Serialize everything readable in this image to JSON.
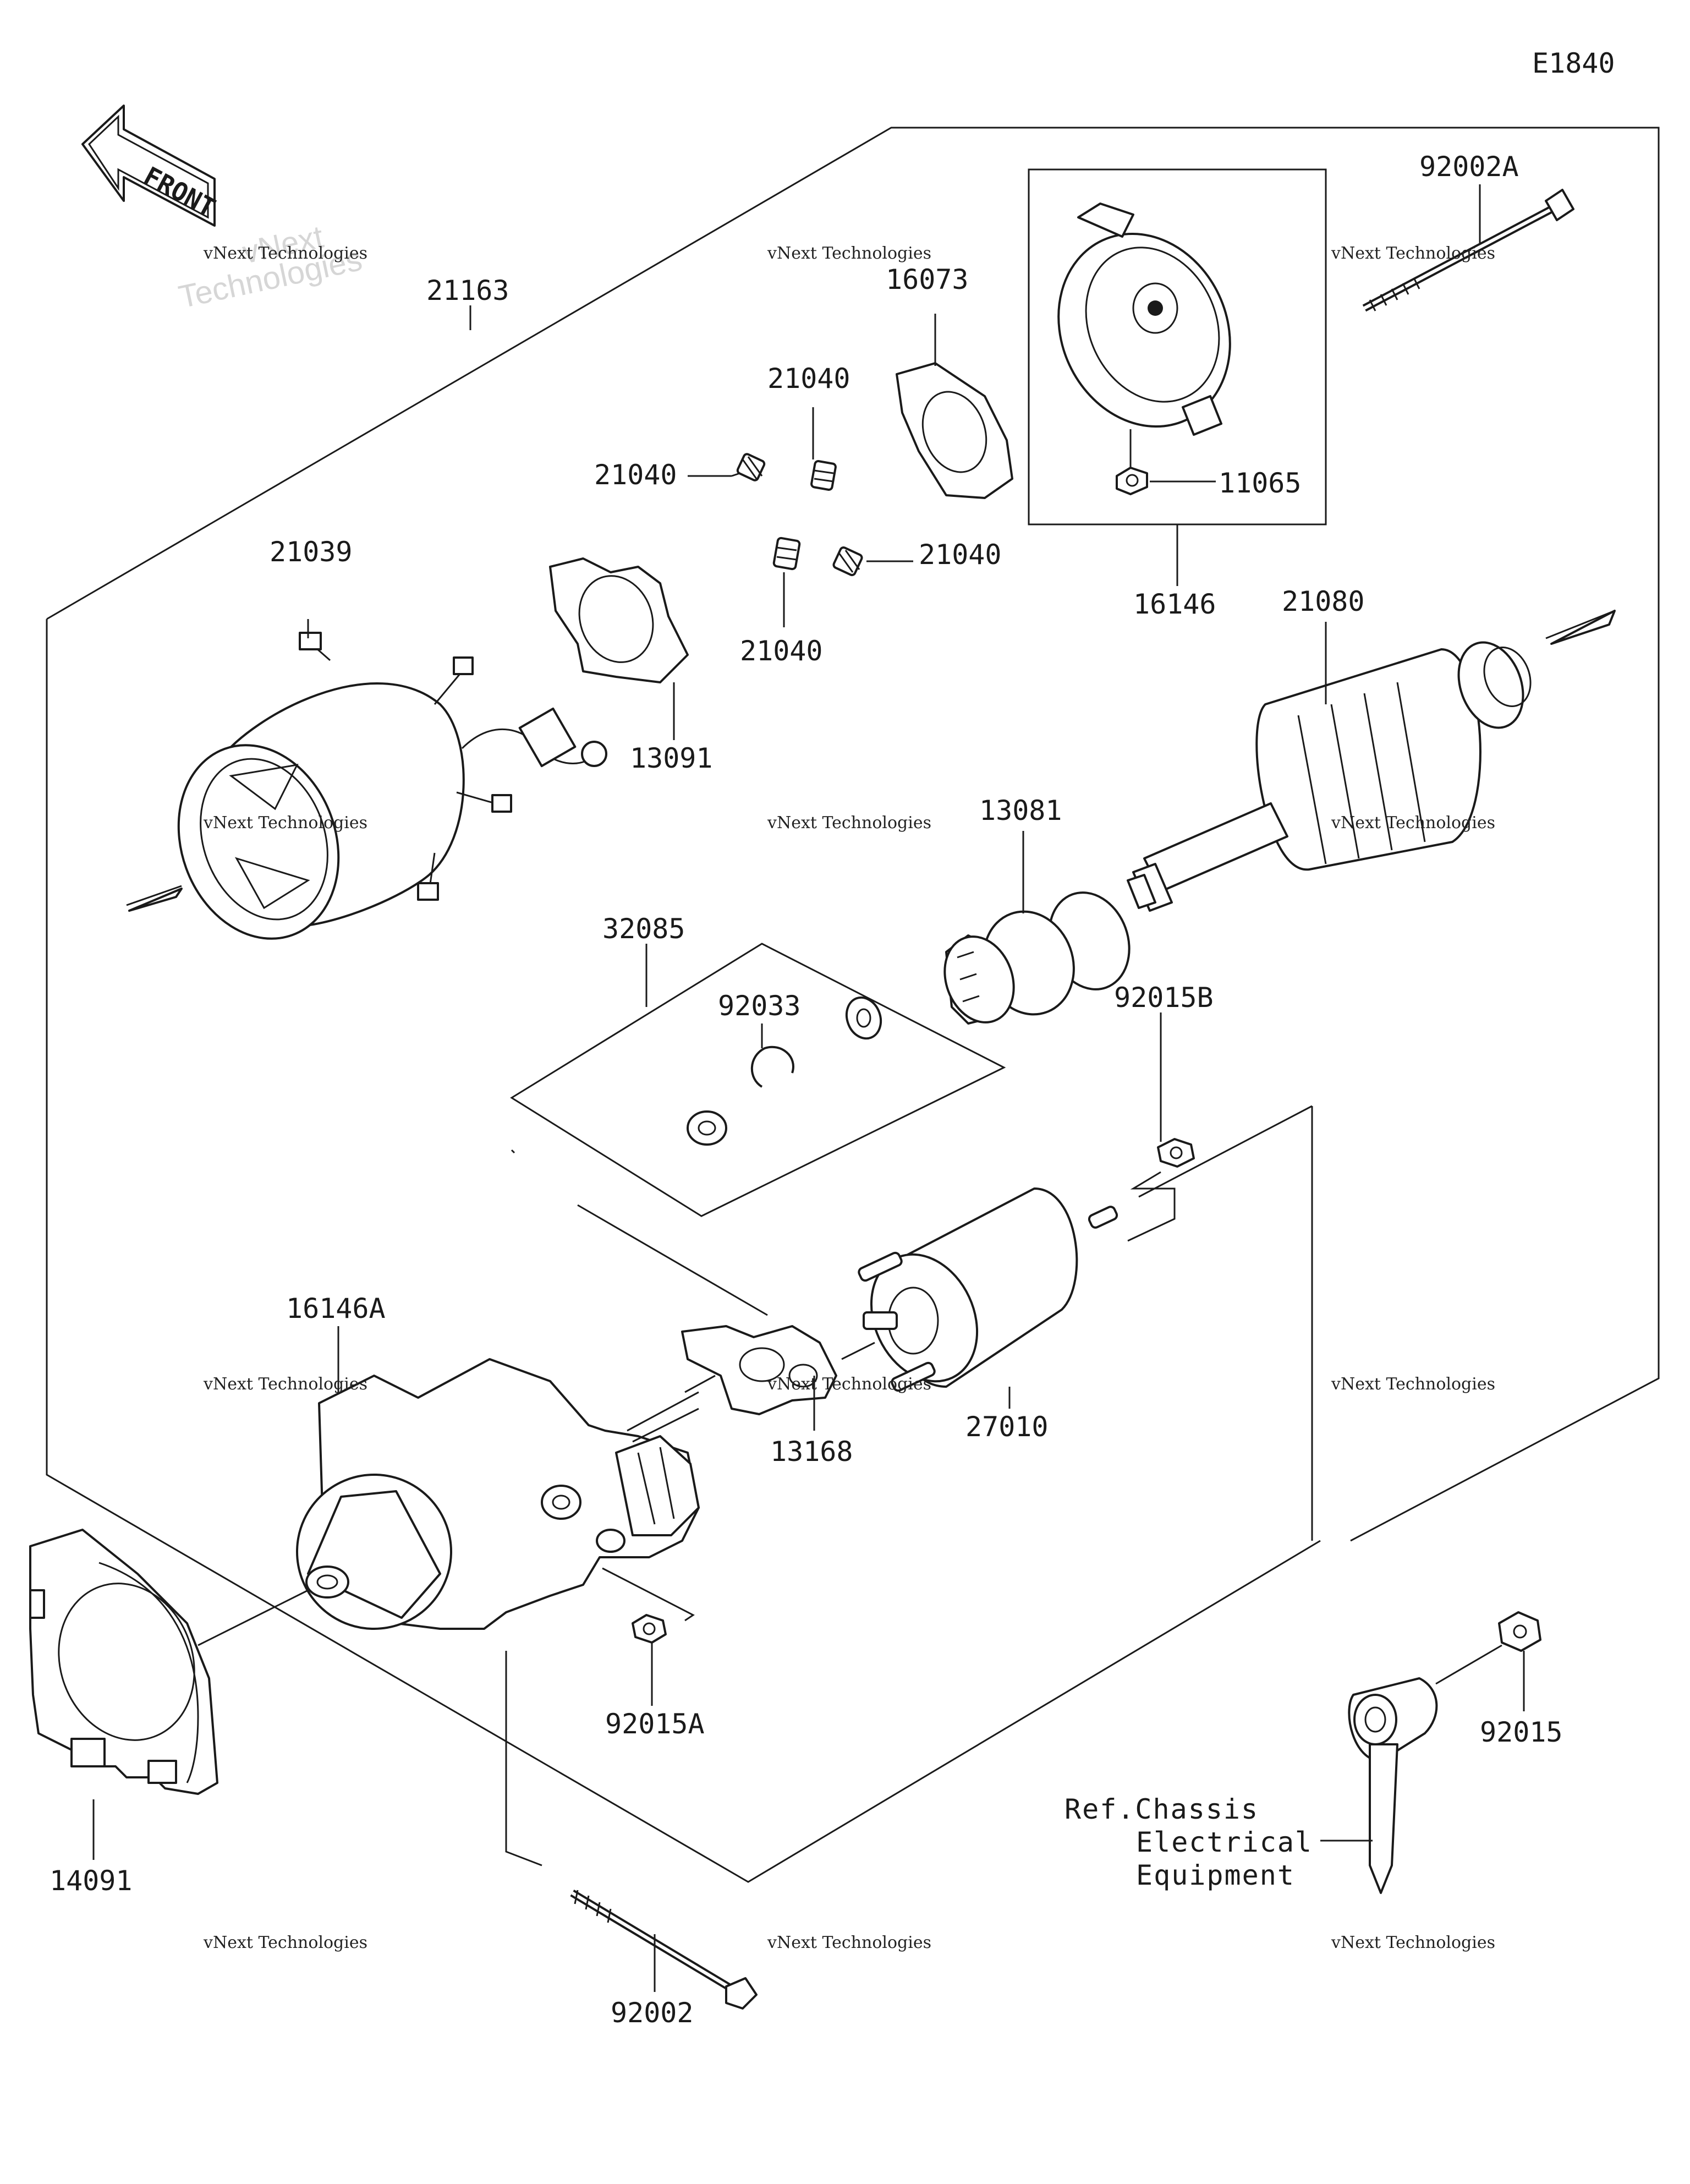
{
  "diagram_code": "E1840",
  "front_label": "FRONT",
  "parts": [
    {
      "id": "p21163",
      "number": "21163"
    },
    {
      "id": "p16073",
      "number": "16073"
    },
    {
      "id": "p92002A",
      "number": "92002A"
    },
    {
      "id": "p21040a",
      "number": "21040"
    },
    {
      "id": "p21040b",
      "number": "21040"
    },
    {
      "id": "p21040c",
      "number": "21040"
    },
    {
      "id": "p21040d",
      "number": "21040"
    },
    {
      "id": "p11065",
      "number": "11065"
    },
    {
      "id": "p16146",
      "number": "16146"
    },
    {
      "id": "p21039",
      "number": "21039"
    },
    {
      "id": "p21080",
      "number": "21080"
    },
    {
      "id": "p13091",
      "number": "13091"
    },
    {
      "id": "p13081",
      "number": "13081"
    },
    {
      "id": "p32085",
      "number": "32085"
    },
    {
      "id": "p92033",
      "number": "92033"
    },
    {
      "id": "p92015B",
      "number": "92015B"
    },
    {
      "id": "p16146A",
      "number": "16146A"
    },
    {
      "id": "p27010",
      "number": "27010"
    },
    {
      "id": "p13168",
      "number": "13168"
    },
    {
      "id": "p92015A",
      "number": "92015A"
    },
    {
      "id": "p92015",
      "number": "92015"
    },
    {
      "id": "p14091",
      "number": "14091"
    },
    {
      "id": "p92002",
      "number": "92002"
    }
  ],
  "reference_note": {
    "line1": "Ref.Chassis",
    "line2": "Electrical",
    "line3": "Equipment"
  },
  "watermark": {
    "brand": "vNext Technologies",
    "line_a": "vNext",
    "line_b": "Technologies"
  }
}
